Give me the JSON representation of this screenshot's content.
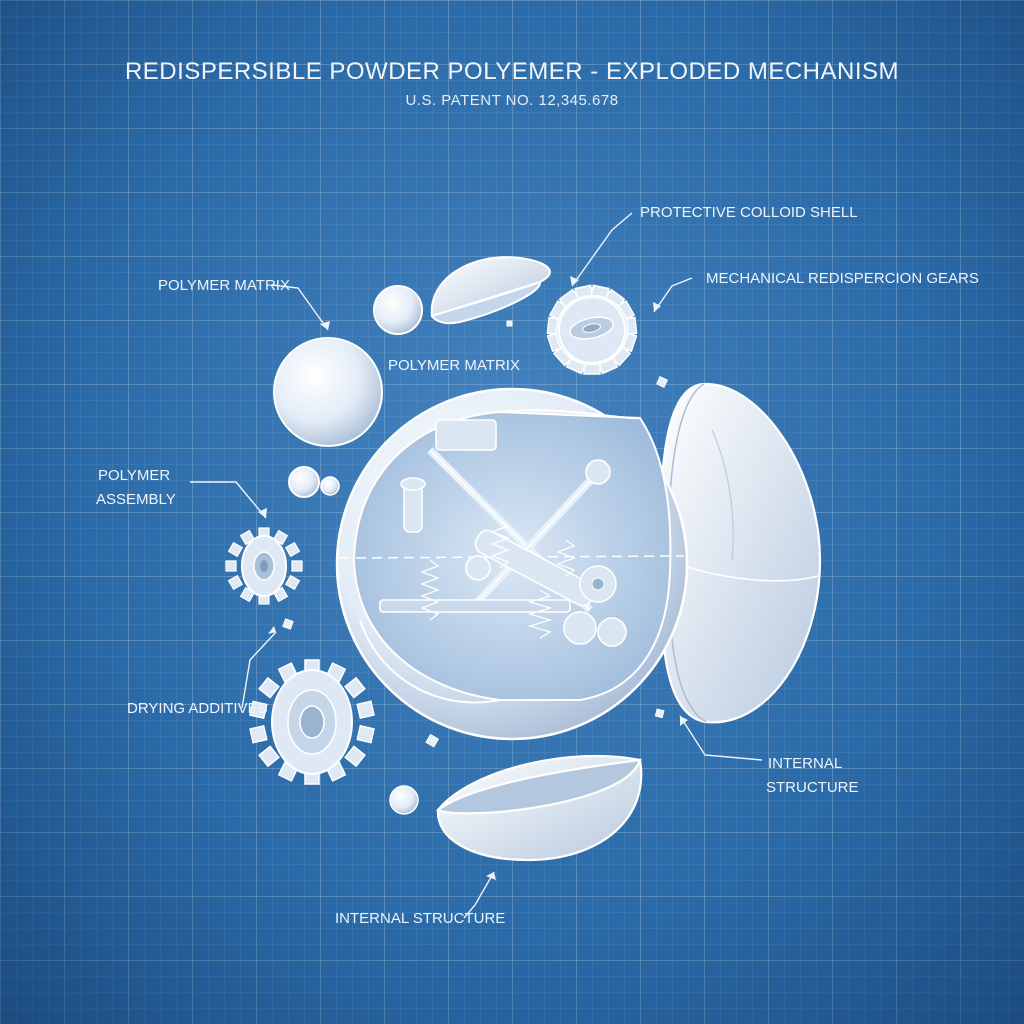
{
  "title": "REDISPERSIBLE POWDER POLYEMER - EXPLODED MECHANISM",
  "subtitle": "U.S. PATENT NO. 12,345.678",
  "labels": {
    "protective_colloid_shell": "PROTECTIVE COLLOID SHELL",
    "mechanical_gears": "MECHANICAL REDISPERCION GEARS",
    "polymer_matrix_left": "POLYMER MATRIX",
    "polymer_matrix_center": "POLYMER MATRIX",
    "polymer_assembly_line1": "POLYMER",
    "polymer_assembly_line2": "ASSEMBLY",
    "drying_additives": "DRYING ADDITIVES",
    "internal_structure_right_line1": "INTERNAL",
    "internal_structure_right_line2": "STRUCTURE",
    "internal_structure_bottom": "INTERNAL STRUCTURE"
  },
  "colors": {
    "background": "#2a6aa8",
    "line": "#ffffff",
    "part_fill": "#dfe9f5",
    "shell_shadow": "#a9bdd6"
  }
}
